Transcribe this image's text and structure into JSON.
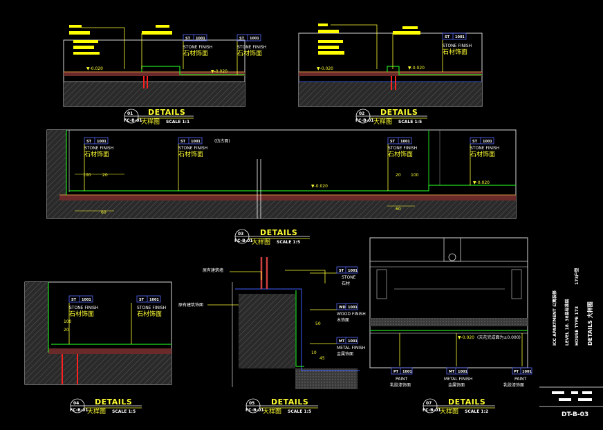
{
  "details": [
    {
      "num": "01",
      "title": "DETAILS",
      "ref": "FC-B-01",
      "cn": "大样图",
      "scale": "SCALE 1:1"
    },
    {
      "num": "02",
      "title": "DETAILS",
      "ref": "FC-B-01",
      "cn": "大样图",
      "scale": "SCALE 1:5"
    },
    {
      "num": "03",
      "title": "DETAILS",
      "ref": "FC-B-01",
      "cn": "大样图",
      "scale": "SCALE 1:5"
    },
    {
      "num": "04",
      "title": "DETAILS",
      "ref": "FC-B-01",
      "cn": "大样图",
      "scale": "SCALE 1:5"
    },
    {
      "num": "05",
      "title": "DETAILS",
      "ref": "FC-B-01",
      "cn": "大样图",
      "scale": "SCALE 1:5"
    },
    {
      "num": "07",
      "title": "DETAILS",
      "ref": "FC-B-01",
      "cn": "大样图",
      "scale": "SCALE 1:2"
    }
  ],
  "material_tags": {
    "st_code": "ST",
    "st_num": "1001",
    "mt_code": "MT",
    "mt_num": "1001",
    "wd_code": "WD",
    "wd_num": "1001",
    "pt_code": "PT",
    "pt_num": "1001"
  },
  "labels": {
    "stone_finish": "STONE FINISH",
    "stone_cn": "石材饰面",
    "antique": "(仿古面)",
    "stone": "STONE",
    "stone_cn_short": "石材",
    "wood_finish": "WOOD FINISH",
    "wood_cn": "木饰面",
    "metal_finish": "METAL FINISH",
    "metal_cn": "金属饰面",
    "paint": "PAINT",
    "paint_cn": "乳胶漆饰面",
    "existing_wall": "原有建筑墙",
    "existing_finish": "原有建筑饰面",
    "level_note": "(天花完成面为±0.000)",
    "level_mark": "▼-0.020"
  },
  "dimensions": {
    "d100": "100",
    "d20": "20",
    "d60": "60",
    "d50": "50",
    "d10": "10",
    "d45": "45"
  },
  "title_block": {
    "project": "ICC APARTMENT 公寓装修",
    "level": "LEVEL 18. 38层标准层",
    "house": "HOUSE TYPE 173",
    "area": "173户型",
    "drawing": "DETAILS 大样图",
    "sheet": "DT-B-03"
  }
}
